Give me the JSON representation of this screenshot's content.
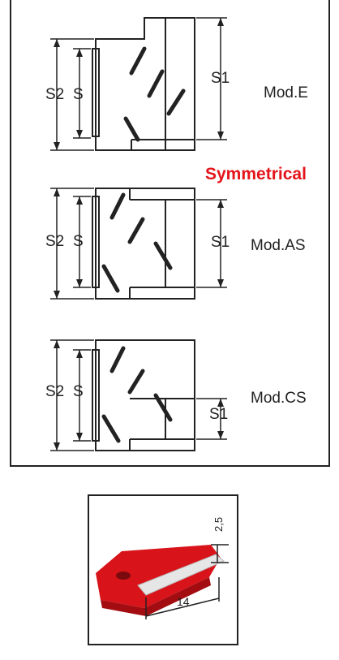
{
  "panels": [
    {
      "model": "Mod.E",
      "dims": {
        "s2": "S2",
        "s": "S",
        "s1": "S1"
      }
    },
    {
      "model": "Mod.AS",
      "dims": {
        "s2": "S2",
        "s": "S",
        "s1": "S1"
      }
    },
    {
      "model": "Mod.CS",
      "dims": {
        "s2": "S2",
        "s": "S",
        "s1": "S1"
      }
    }
  ],
  "symmetrical_label": "Symmetrical",
  "accent_color": "#e4141b",
  "insert_color": "#d8141a",
  "blade_color": "#e6e6e6",
  "insert_dims": {
    "height": "2,5",
    "width": "14"
  }
}
